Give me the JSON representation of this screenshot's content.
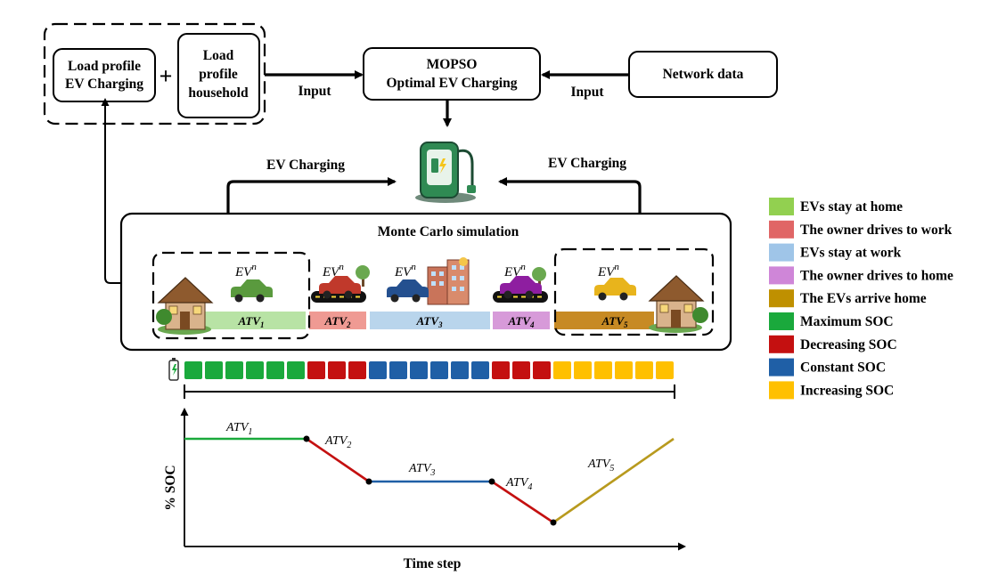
{
  "boxes": {
    "load_profile_ev": [
      "Load profile",
      "EV Charging"
    ],
    "load_profile_household": [
      "Load",
      "profile",
      "household"
    ],
    "plus": "+",
    "mopso": [
      "MOPSO",
      "Optimal EV Charging"
    ],
    "network": "Network data",
    "monte_carlo": "Monte Carlo simulation"
  },
  "arrows": {
    "input_left": "Input",
    "input_right": "Input",
    "ev_charging_left": "EV Charging",
    "ev_charging_right": "EV Charging"
  },
  "ev_label": {
    "base": "EV",
    "sup": "n"
  },
  "activities": [
    {
      "base": "ATV",
      "sub": "1",
      "color": "#b8e3a5"
    },
    {
      "base": "ATV",
      "sub": "2",
      "color": "#ef9a93"
    },
    {
      "base": "ATV",
      "sub": "3",
      "color": "#b9d5ec"
    },
    {
      "base": "ATV",
      "sub": "4",
      "color": "#d79ad9"
    },
    {
      "base": "ATV",
      "sub": "5",
      "color": "#c78a24"
    }
  ],
  "soc_cells": [
    "G",
    "G",
    "G",
    "G",
    "G",
    "G",
    "R",
    "R",
    "R",
    "B",
    "B",
    "B",
    "B",
    "B",
    "B",
    "R",
    "R",
    "R",
    "Y",
    "Y",
    "Y",
    "Y",
    "Y",
    "Y"
  ],
  "soc_colors": {
    "G": "#1aa93c",
    "R": "#c41010",
    "B": "#1f5fa6",
    "Y": "#ffc000"
  },
  "legend": [
    {
      "color": "#92d050",
      "label": "EVs stay at home"
    },
    {
      "color": "#e06666",
      "label": "The owner drives to work"
    },
    {
      "color": "#9fc5e8",
      "label": "EVs stay at work"
    },
    {
      "color": "#cf86d8",
      "label": "The owner drives to home"
    },
    {
      "color": "#bf9000",
      "label": "The EVs arrive home"
    },
    {
      "color": "#1aa93c",
      "label": "Maximum SOC"
    },
    {
      "color": "#c41010",
      "label": "Decreasing SOC"
    },
    {
      "color": "#1f5fa6",
      "label": "Constant SOC"
    },
    {
      "color": "#ffc000",
      "label": "Increasing SOC"
    }
  ],
  "soc_chart": {
    "xlabel": "Time step",
    "ylabel": "% SOC",
    "segments": [
      {
        "label_base": "ATV",
        "label_sub": "1",
        "color": "#1aa93c"
      },
      {
        "label_base": "ATV",
        "label_sub": "2",
        "color": "#c41010"
      },
      {
        "label_base": "ATV",
        "label_sub": "3",
        "color": "#1f5fa6"
      },
      {
        "label_base": "ATV",
        "label_sub": "4",
        "color": "#c41010"
      },
      {
        "label_base": "ATV",
        "label_sub": "5",
        "color": "#b89a1e"
      }
    ]
  }
}
